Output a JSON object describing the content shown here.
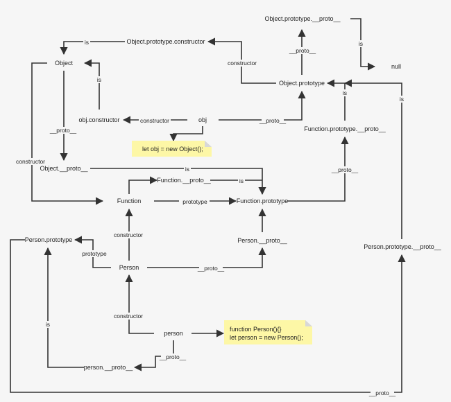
{
  "nodes": {
    "object_proto_proto": "Object.prototype.__proto__",
    "null": "null",
    "object_proto_constructor": "Object.prototype.constructor",
    "object": "Object",
    "object_prototype": "Object.prototype",
    "obj": "obj",
    "obj_constructor": "obj.constructor",
    "function_proto_proto": "Function.prototype.__proto__",
    "object_dunder_proto": "Object.__proto__",
    "function_dunder_proto": "Function.__proto__",
    "function": "Function",
    "function_prototype": "Function.prototype",
    "person_prototype": "Person.prototype",
    "person_dunder_proto": "Person.__proto__",
    "person_prototype_proto": "Person.prototype.__proto__",
    "person_class": "Person",
    "person_instance": "person",
    "person_instance_proto": "person.__proto__"
  },
  "edge_labels": {
    "is_null": "is",
    "is_object": "is",
    "is_obj_constructor": "is",
    "is_object_proto_fn": "is",
    "is_function_proto": "is",
    "is_object_proto_person": "is",
    "is_person_prototype": "is",
    "constructor_object_proto": "constructor",
    "constructor_obj": "constructor",
    "constructor_object": "constructor",
    "constructor_function": "constructor",
    "constructor_person": "constructor",
    "proto_object_prototype": "__proto__",
    "proto_obj": "__proto__",
    "proto_object": "__proto__",
    "proto_function_prototype": "__proto__",
    "proto_person_class": "__proto__",
    "proto_person_instance": "__proto__",
    "proto_person_prototype": "__proto__",
    "prototype_function": "prototype",
    "prototype_person": "prototype"
  },
  "notes": {
    "obj_note": "let obj = new Object();",
    "person_note_line1": "function Person(){}",
    "person_note_line2": "let person = new Person();"
  },
  "colors": {
    "background": "#f6f6f6",
    "line": "#333333",
    "note_fill": "#fdf7a6",
    "note_fold": "#d8d8d8"
  }
}
